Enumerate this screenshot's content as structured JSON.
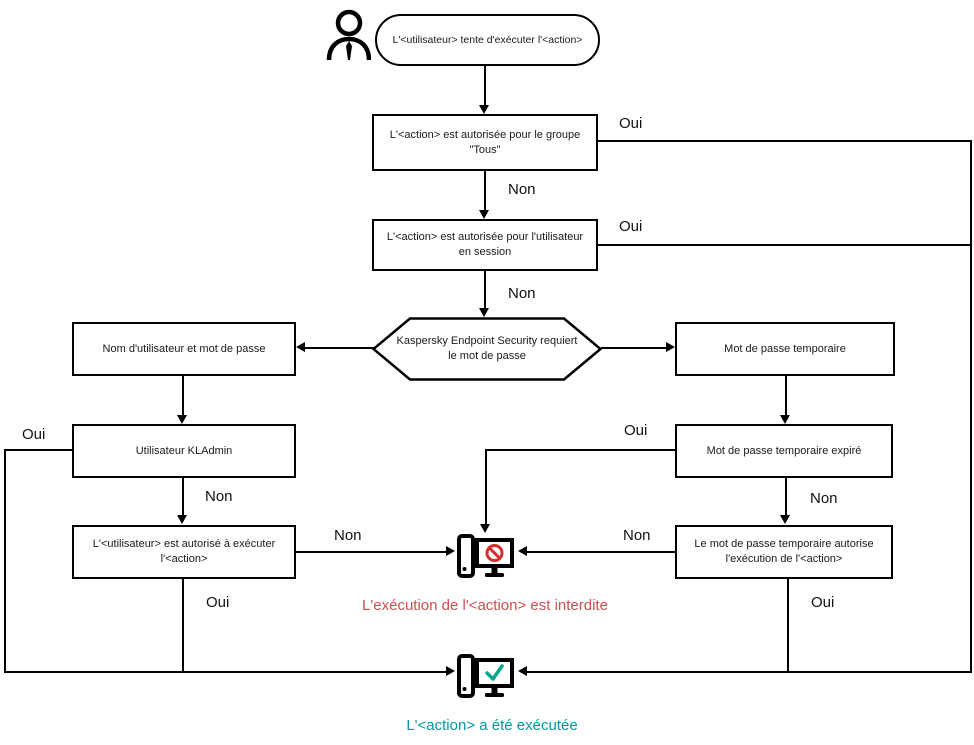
{
  "diagram": {
    "start": "L'<utilisateur>  tente d'exécuter l'<action>",
    "nodes": {
      "group_all": "L'<action> est autorisée pour le groupe \"Tous\"",
      "user_session": "L'<action> est autorisée pour l'utilisateur en session",
      "requires_password": "Kaspersky Endpoint Security requiert le mot de passe",
      "username_password": "Nom d'utilisateur et mot de passe",
      "temp_password": "Mot de passe temporaire",
      "kladmin": "Utilisateur KLAdmin",
      "temp_expired": "Mot de passe temporaire expiré",
      "user_authorized": "L'<utilisateur> est autorisé à exécuter l'<action>",
      "temp_authorizes": "Le mot de passe temporaire autorise l'exécution de l'<action>"
    },
    "labels": {
      "yes": "Oui",
      "no": "Non"
    },
    "outcomes": {
      "forbidden": "L'exécution de l'<action> est interdite",
      "executed": "L'<action> a été exécutée"
    },
    "colors": {
      "forbidden_text": "#c9504e",
      "executed_text": "#0099a3",
      "prohibition_sign": "#d32f2f",
      "checkmark": "#00a88e",
      "line": "#000000"
    }
  }
}
